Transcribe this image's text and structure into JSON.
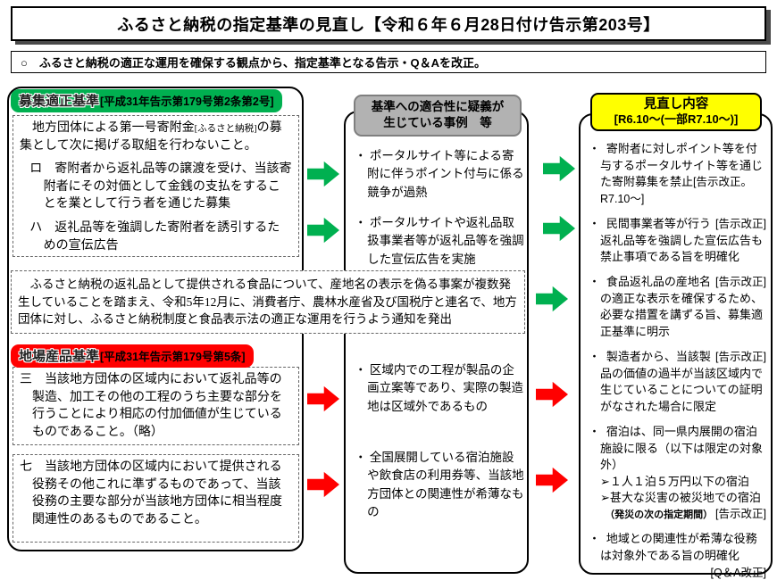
{
  "title": "ふるさと納税の指定基準の見直し【令和６年６月28日付け告示第203号】",
  "intro": "○　ふるさと納税の適正な運用を確保する観点から、指定基準となる告示・Q＆Aを改正。",
  "colors": {
    "green": "#00B050",
    "red": "#FF0000",
    "yellow": "#FFFF00",
    "gray": "#B2B2B2"
  },
  "left": {
    "boshu": {
      "label": "募集適正基準",
      "ref": "[平成31年告示第179号第2条第2号]",
      "intro_a": "地方団体による第一号寄附金",
      "intro_small": "[ふるさと納税]",
      "intro_b": "の募集として次に掲げる取組を行わないこと。",
      "items": [
        "ロ　寄附者から返礼品等の譲渡を受け、当該寄附者にその対価として金銭の支払をすることを業として行う者を通じた募集",
        "ハ　返礼品等を強調した寄附者を誘引するための宣伝広告"
      ]
    },
    "notice": "ふるさと納税の返礼品として提供される食品について、産地名の表示を偽る事案が複数発生していることを踏まえ、令和5年12月に、消費者庁、農林水産省及び国税庁と連名で、地方団体に対し、ふるさと納税制度と食品表示法の適正な運用を行うよう通知を発出",
    "jiba": {
      "label": "地場産品基準",
      "ref": "[平成31年告示第179号第5条]",
      "item3": "三　当該地方団体の区域内において返礼品等の製造、加工その他の工程のうち主要な部分を行うことにより相応の付加価値が生じているものであること。（略）",
      "item7": "七　当該地方団体の区域内において提供される役務その他これに準ずるものであって、当該役務の主要な部分が当該地方団体に相当程度関連性のあるものであること。"
    }
  },
  "middle": {
    "header_line1": "基準への適合性に疑義が",
    "header_line2": "生じている事例　等",
    "top_bullets": [
      "ポータルサイト等による寄附に伴うポイント付与に係る競争が過熱",
      "ポータルサイトや返礼品取扱事業者等が返礼品等を強調した宣伝広告を実施"
    ],
    "bottom_bullets": [
      "区域内での工程が製品の企画立案等であり、実際の製造地は区域外であるもの",
      "全国展開している宿泊施設や飲食店の利用券等、当該地方団体との関連性が希薄なもの"
    ]
  },
  "right": {
    "header_line1": "見直し内容",
    "header_line2": "[R6.10～(一部R7.10～)]",
    "bullets": [
      {
        "text": "寄附者に対しポイント等を付与するポータルサイト等を通じた寄附募集を禁止",
        "tag": "[告示改正。R7.10～]"
      },
      {
        "text": "民間事業者等が行う返礼品等を強調した宣伝広告も禁止事項である旨を明確化",
        "tag": "[告示改正]"
      },
      {
        "text": "食品返礼品の産地名の適正な表示を確保するため、必要な措置を講ずる旨、募集適正基準に明示",
        "tag": "[告示改正]"
      },
      {
        "text": "製造者から、当該製品の価値の過半が当該区域内で生じていることについての証明がなされた場合に限定",
        "tag": "[告示改正]"
      },
      {
        "text": "宿泊は、同一県内展開の宿泊施設に限る（以下は限定の対象外）",
        "subs": [
          "➢１人１泊５万円以下の宿泊",
          "➢甚大な災害の被災地での宿泊"
        ],
        "note": "（発災の次の指定期間）",
        "tag": "[告示改正]"
      },
      {
        "text": "地域との関連性が希薄な役務は対象外である旨の明確化",
        "tag": "[Q＆A改正]"
      }
    ]
  }
}
